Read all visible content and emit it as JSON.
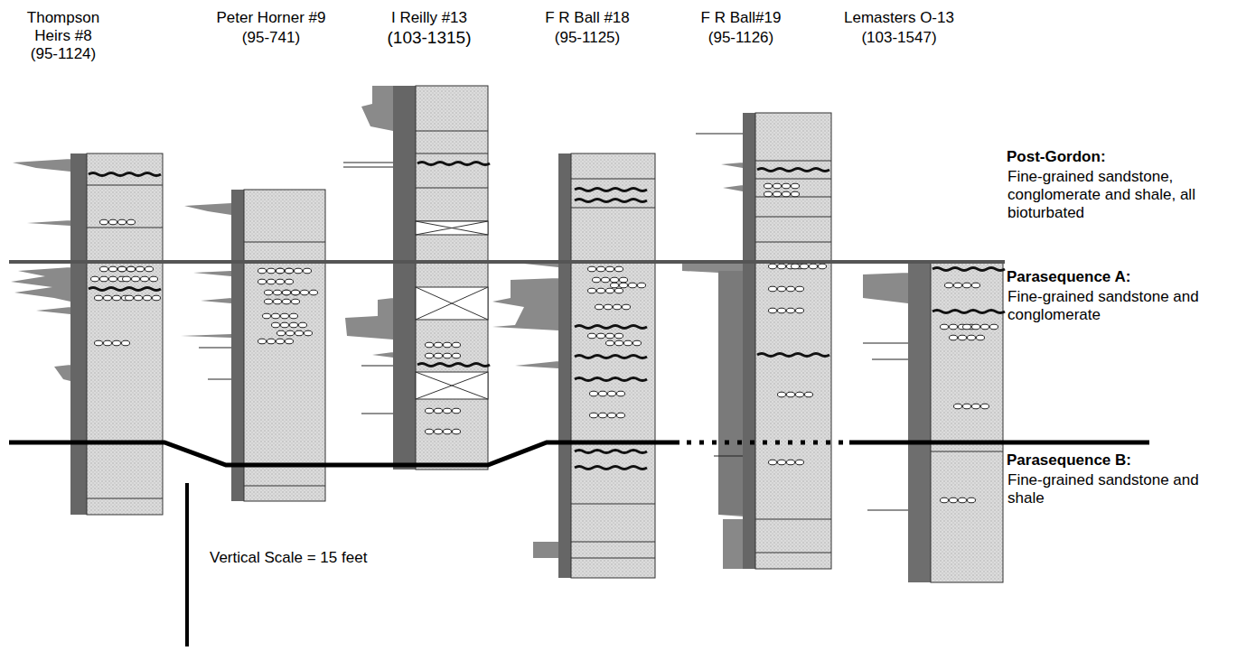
{
  "diagram": {
    "labels": [
      "Thompson Heirs #8",
      "(95-1124)",
      "Peter Horner #9",
      "(95-741)",
      "I Reilly #13",
      "(103-1315)",
      "F R Ball #18",
      "(95-1125)",
      "F R Ball#19",
      "(95-1126)",
      "Lemasters O-13",
      "(103-1547)",
      "Post-Gordon:",
      "Fine-grained sandstone, conglomerate and shale, all bioturbated",
      "Parasequence A:",
      "Fine-grained sandstone and conglomerate",
      "Parasequence B:",
      "Fine-grained sandstone and shale",
      "Vertical Scale = 15 feet"
    ]
  }
}
